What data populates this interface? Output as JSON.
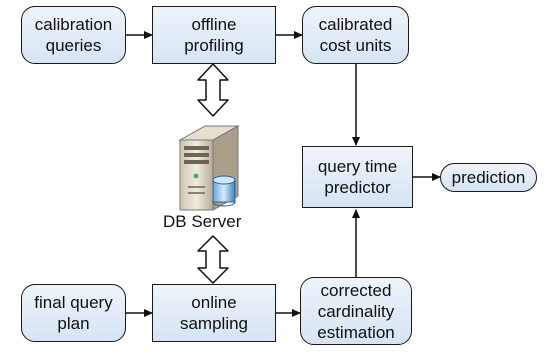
{
  "nodes": {
    "calibration_queries": "calibration\nqueries",
    "offline_profiling": "offline\nprofiling",
    "calibrated_cost_units": "calibrated\ncost units",
    "query_time_predictor": "query time\npredictor",
    "prediction": "prediction",
    "final_query_plan": "final query\nplan",
    "online_sampling": "online\nsampling",
    "corrected_cardinality_estimation": "corrected\ncardinality\nestimation"
  },
  "db_server": {
    "label": "DB Server",
    "icon": "db-server-icon"
  },
  "colors": {
    "node_fill_top": "#eef4fb",
    "node_fill_bottom": "#d6e4f3",
    "stroke": "#1a1a1a"
  }
}
